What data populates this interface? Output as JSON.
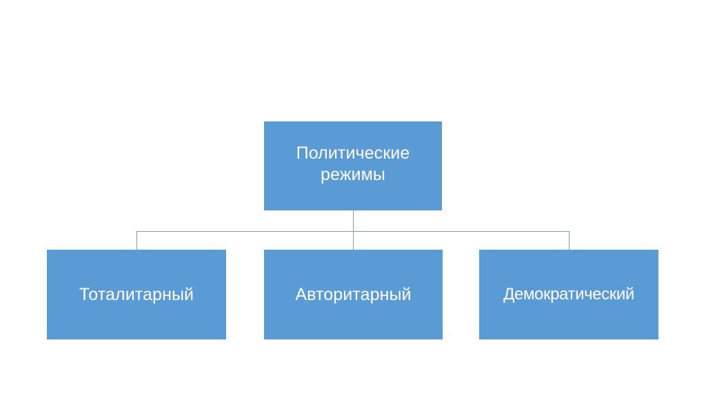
{
  "diagram": {
    "title": "Политические режимы",
    "type": "hierarchy-tree",
    "background_color": "#ffffff",
    "node_fill_color": "#5b9bd5",
    "node_text_color": "#ffffff",
    "connector_color": "#7f9db9",
    "root": {
      "label": "Политические\nрежимы"
    },
    "children": [
      {
        "label": "Тоталитарный"
      },
      {
        "label": "Авторитарный"
      },
      {
        "label": "Демократический"
      }
    ]
  }
}
